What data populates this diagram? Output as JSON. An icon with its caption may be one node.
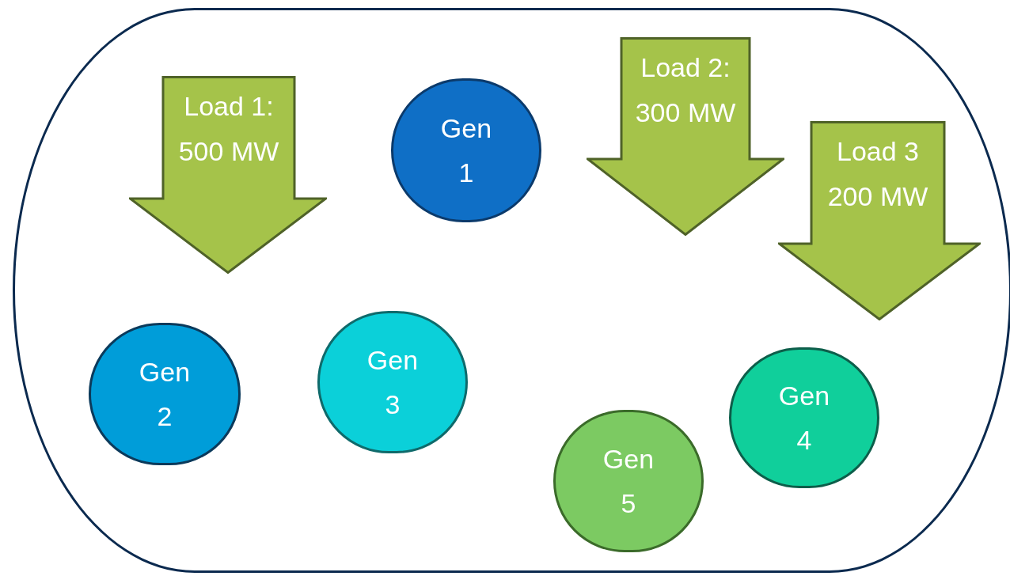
{
  "diagram": {
    "nodes": [
      {
        "text": [],
        "shape": "box"
      },
      {
        "text": [
          "Load 1: 500 MW"
        ],
        "in": 0
      },
      {
        "text": [
          "Gen 1"
        ],
        "in": 0
      },
      {
        "text": [
          "Load 2: 300 MW"
        ],
        "in": 0
      },
      {
        "text": [
          "Load 3 200 MW"
        ],
        "in": 0
      },
      {
        "text": [
          "Gen 2"
        ],
        "in": 0
      },
      {
        "text": [
          "Gen 3"
        ],
        "in": 0
      },
      {
        "text": [
          "Gen 4"
        ],
        "in": 0
      },
      {
        "text": [
          "Gen 5"
        ],
        "in": 0
      }
    ]
  }
}
